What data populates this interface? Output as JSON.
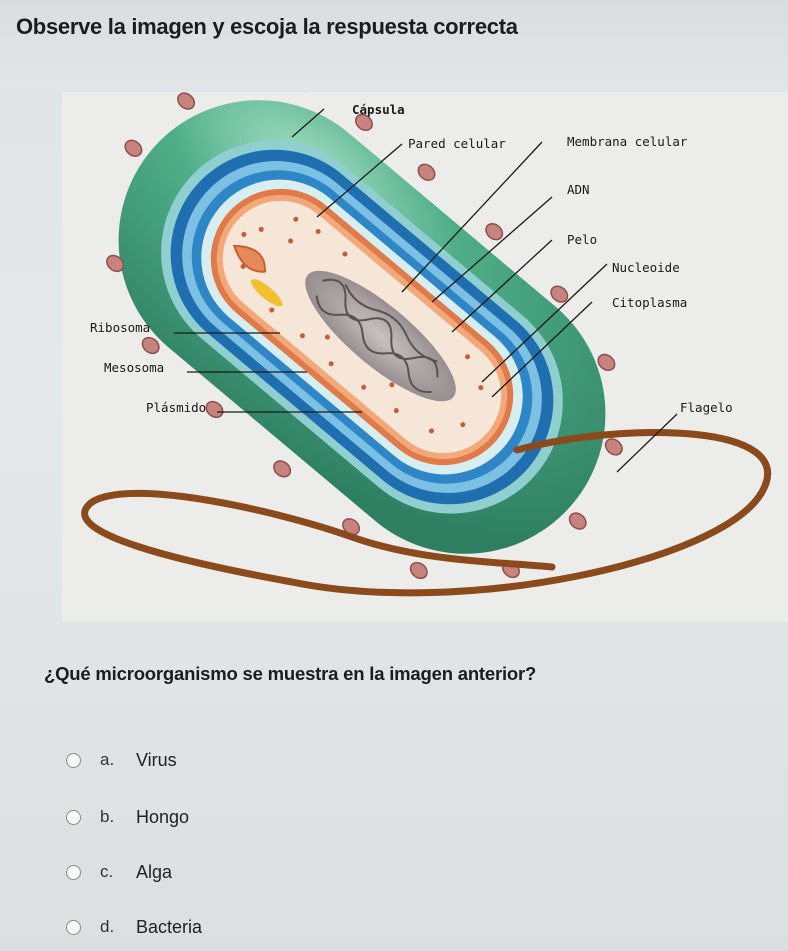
{
  "header": {
    "title": "Observe la imagen y escoja la respuesta correcta"
  },
  "diagram": {
    "labels": {
      "capsula": "Cápsula",
      "pared_celular": "Pared celular",
      "membrana_celular": "Membrana celular",
      "adn": "ADN",
      "pelo": "Pelo",
      "nucleoide": "Nucleoide",
      "citoplasma": "Citoplasma",
      "ribosoma": "Ribosoma",
      "mesosoma": "Mesosoma",
      "plasmido": "Plásmido",
      "flagelo": "Flagelo"
    },
    "colors": {
      "capsule": "#3f9a78",
      "wall_blue": "#1f6fb0",
      "wall_light": "#9fd0dd",
      "membrane": "#e07a4a",
      "cytoplasm": "#f5e6d8",
      "flagellum": "#8a4a1c",
      "pili": "#b5706a"
    }
  },
  "question": {
    "text": "¿Qué microorganismo se muestra en la imagen anterior?"
  },
  "options": [
    {
      "letter": "a.",
      "text": "Virus"
    },
    {
      "letter": "b.",
      "text": "Hongo"
    },
    {
      "letter": "c.",
      "text": "Alga"
    },
    {
      "letter": "d.",
      "text": "Bacteria"
    }
  ]
}
